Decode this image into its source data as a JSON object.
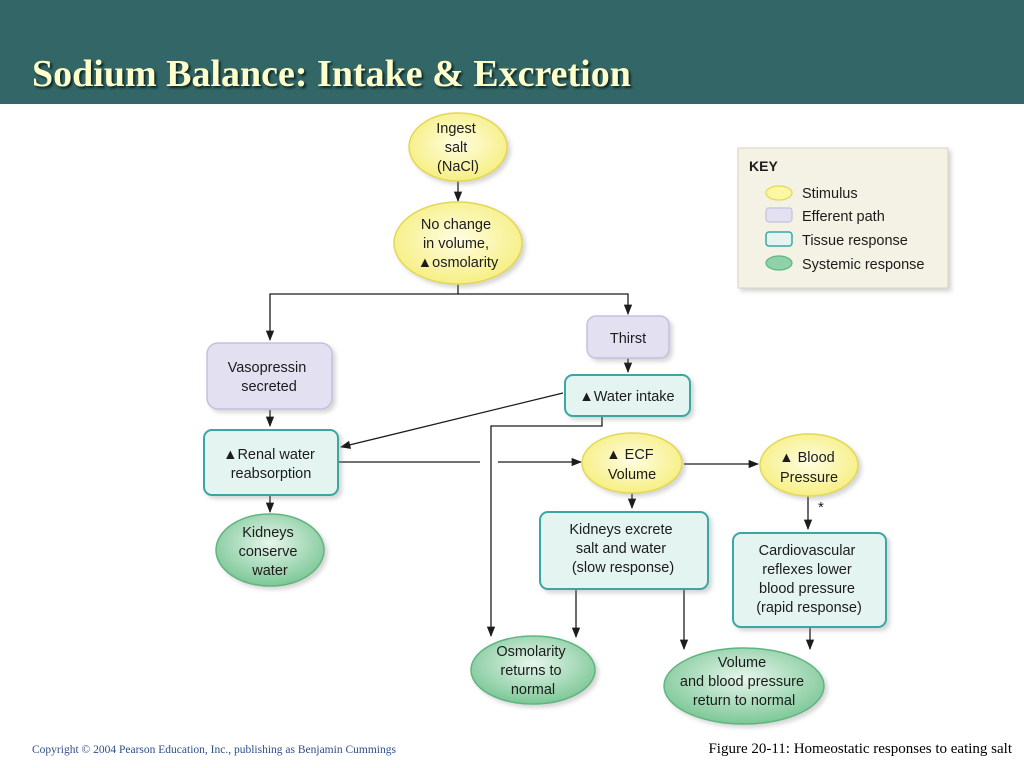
{
  "slide": {
    "title": "Sodium Balance: Intake & Excretion",
    "copyright": "Copyright © 2004 Pearson Education, Inc., publishing as Benjamin Cummings",
    "figure_caption": "Figure 20-11: Homeostatic responses to eating salt"
  },
  "colors": {
    "header": "#336666",
    "title": "#ffffcc",
    "stimulus": "#fcf7a4",
    "efferent": "#e3e0f2",
    "tissue": "#e3f4f1",
    "systemic": "#8fd1a8",
    "teal_border": "#3aa7a2"
  },
  "diagram": {
    "up_arrow": "🡅",
    "nodes": {
      "ingest_salt": [
        "Ingest",
        "salt",
        "(NaCl)"
      ],
      "no_change": [
        "No change",
        "in volume,",
        "▲osmolarity"
      ],
      "vasopressin": [
        "Vasopressin",
        "secreted"
      ],
      "thirst": [
        "Thirst"
      ],
      "water_intake": [
        "▲Water intake"
      ],
      "renal_water": [
        "▲Renal water",
        "reabsorption"
      ],
      "ecf_volume": [
        "▲ ECF",
        "Volume"
      ],
      "blood_pressure": [
        "▲ Blood",
        "Pressure"
      ],
      "kidneys_conserve": [
        "Kidneys",
        "conserve",
        "water"
      ],
      "kidneys_excrete": [
        "Kidneys excrete",
        "salt and water",
        "(slow response)"
      ],
      "cardiovascular": [
        "Cardiovascular",
        "reflexes lower",
        "blood pressure",
        "(rapid response)"
      ],
      "osmolarity_normal": [
        "Osmolarity",
        "returns to",
        "normal"
      ],
      "volume_bp_normal": [
        "Volume",
        "and blood pressure",
        "return to normal"
      ]
    },
    "asterisk": "*",
    "key": {
      "title": "KEY",
      "items": [
        "Stimulus",
        "Efferent path",
        "Tissue response",
        "Systemic response"
      ]
    }
  }
}
